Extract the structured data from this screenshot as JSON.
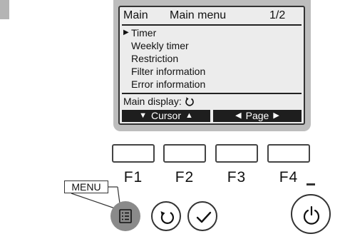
{
  "screen": {
    "header": {
      "left": "Main",
      "center": "Main menu",
      "right": "1/2"
    },
    "menu_items": [
      {
        "label": "Timer",
        "selected": true
      },
      {
        "label": "Weekly timer",
        "selected": false
      },
      {
        "label": "Restriction",
        "selected": false
      },
      {
        "label": "Filter information",
        "selected": false
      },
      {
        "label": "Error information",
        "selected": false
      }
    ],
    "status_label": "Main display:",
    "function_bar": {
      "cursor_label": "Cursor",
      "page_label": "Page"
    }
  },
  "function_keys": [
    "F1",
    "F2",
    "F3",
    "F4"
  ],
  "callout": {
    "label": "MENU"
  },
  "icons": {
    "menu_button": "list-icon",
    "return_button": "return-arrow-icon",
    "ok_button": "checkmark-icon",
    "power_button": "power-icon",
    "cursor_marker": "triangle-right-icon"
  },
  "colors": {
    "lcd_background": "#ececec",
    "bezel": "#bdbdbd",
    "function_bar": "#1e1e1e",
    "menu_button": "#8a8a8a"
  }
}
